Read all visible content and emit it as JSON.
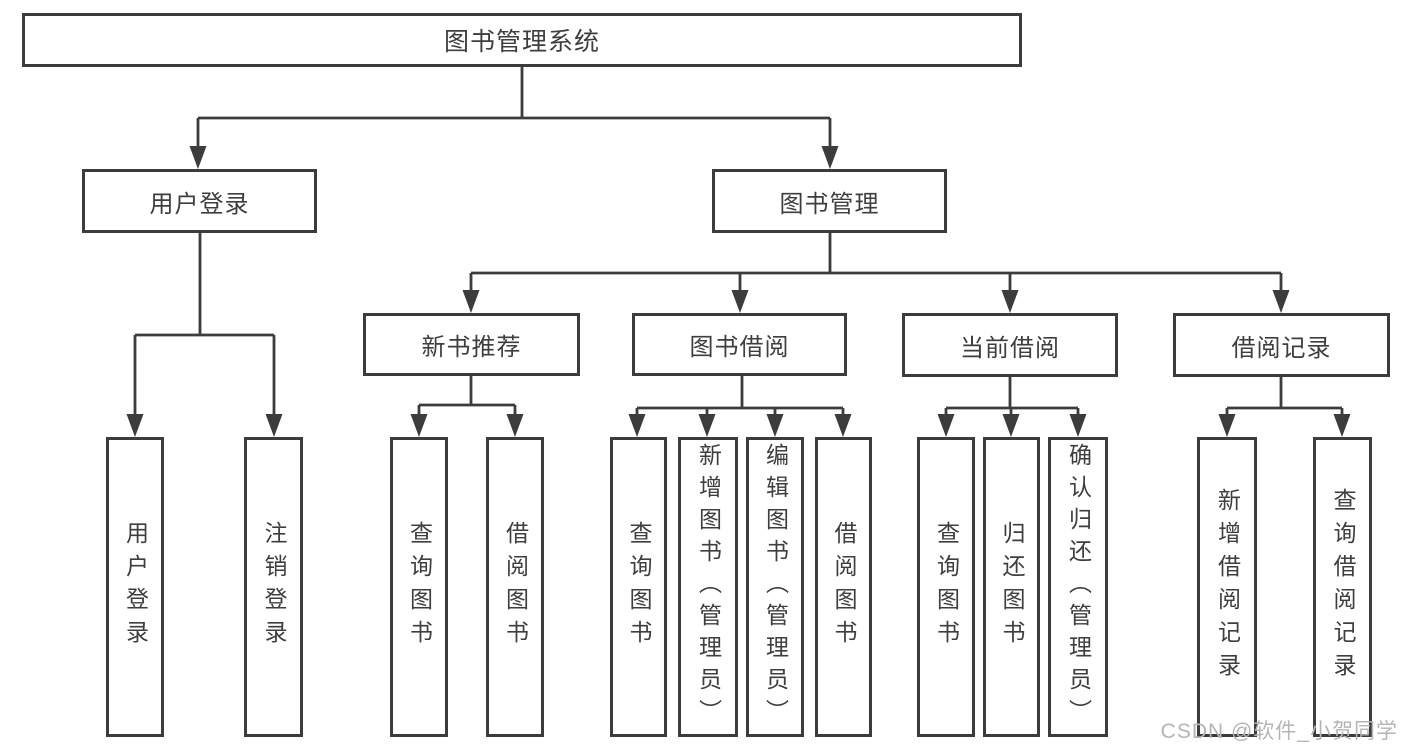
{
  "palette": {
    "line": "#3c3c3c",
    "box_border": "#3c3c3c",
    "box_background": "#ffffff",
    "text": "#3e3e3e",
    "watermark_text": "#b5b5b5",
    "background": "#ffffff"
  },
  "tree": {
    "root": {
      "label": "图书管理系统"
    },
    "branches": [
      {
        "label": "用户登录",
        "children": [
          {
            "label": "用户登录"
          },
          {
            "label": "注销登录"
          }
        ]
      },
      {
        "label": "图书管理",
        "sections": [
          {
            "label": "新书推荐",
            "children": [
              {
                "label": "查询图书"
              },
              {
                "label": "借阅图书"
              }
            ]
          },
          {
            "label": "图书借阅",
            "children": [
              {
                "label": "查询图书"
              },
              {
                "label": "新增图书（管理员）"
              },
              {
                "label": "编辑图书（管理员）"
              },
              {
                "label": "借阅图书"
              }
            ]
          },
          {
            "label": "当前借阅",
            "children": [
              {
                "label": "查询图书"
              },
              {
                "label": "归还图书"
              },
              {
                "label": "确认归还（管理员）"
              }
            ]
          },
          {
            "label": "借阅记录",
            "children": [
              {
                "label": "新增借阅记录"
              },
              {
                "label": "查询借阅记录"
              }
            ]
          }
        ]
      }
    ]
  },
  "watermark": "CSDN @软件_小贺同学"
}
